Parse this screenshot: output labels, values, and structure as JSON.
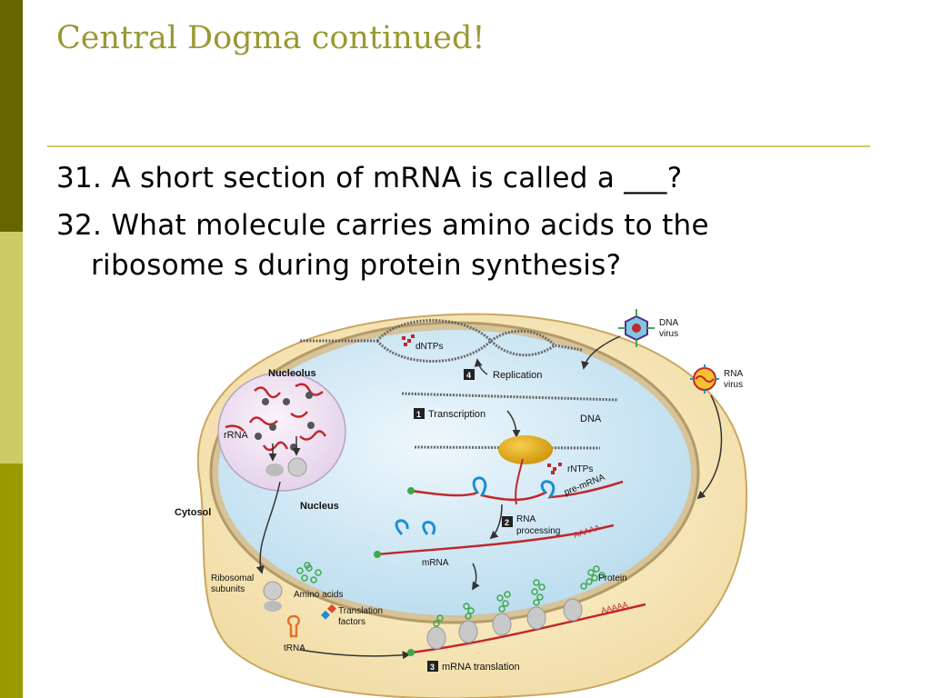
{
  "slide": {
    "title": "Central Dogma continued!",
    "questions": {
      "q31": "31. A short section of mRNA is called a ___?",
      "q32_line1": "32. What molecule carries amino acids to the",
      "q32_line2": "ribosome s during protein synthesis?"
    }
  },
  "diagram": {
    "labels": {
      "nucleolus": "Nucleolus",
      "rrna": "rRNA",
      "nucleus": "Nucleus",
      "cytosol": "Cytosol",
      "dntps": "dNTPs",
      "replication": "Replication",
      "step4": "4",
      "transcription": "Transcription",
      "step1": "1",
      "dna": "DNA",
      "rntps": "rNTPs",
      "pre_mrna": "pre-mRNA",
      "rna_processing_1": "RNA",
      "rna_processing_2": "processing",
      "step2": "2",
      "aaaaa1": "AAAAA",
      "mrna": "mRNA",
      "dna_virus_1": "DNA",
      "dna_virus_2": "virus",
      "rna_virus_1": "RNA",
      "rna_virus_2": "virus",
      "ribosomal_1": "Ribosomal",
      "ribosomal_2": "subunits",
      "amino_acids": "Amino acids",
      "translation_factors_1": "Translation",
      "translation_factors_2": "factors",
      "trna": "tRNA",
      "protein": "Protein",
      "aaaaa2": "AAAAA",
      "mrna_translation": "mRNA translation",
      "step3": "3"
    }
  }
}
